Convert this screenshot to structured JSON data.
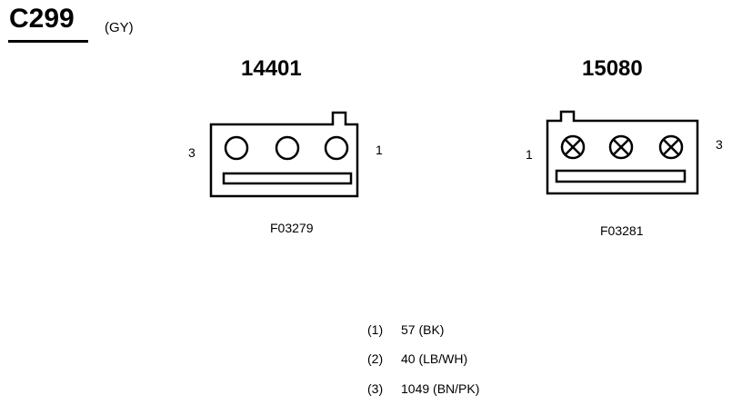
{
  "header": {
    "title": "C299",
    "color": "(GY)"
  },
  "connectors": [
    {
      "id": "14401",
      "pin_left": "3",
      "pin_right": "1",
      "part_number": "F03279",
      "terminal_style": "open"
    },
    {
      "id": "15080",
      "pin_left": "1",
      "pin_right": "3",
      "part_number": "F03281",
      "terminal_style": "crossed"
    }
  ],
  "legend": [
    {
      "index": "(1)",
      "value": "57 (BK)"
    },
    {
      "index": "(2)",
      "value": "40 (LB/WH)"
    },
    {
      "index": "(3)",
      "value": "1049 (BN/PK)"
    }
  ]
}
